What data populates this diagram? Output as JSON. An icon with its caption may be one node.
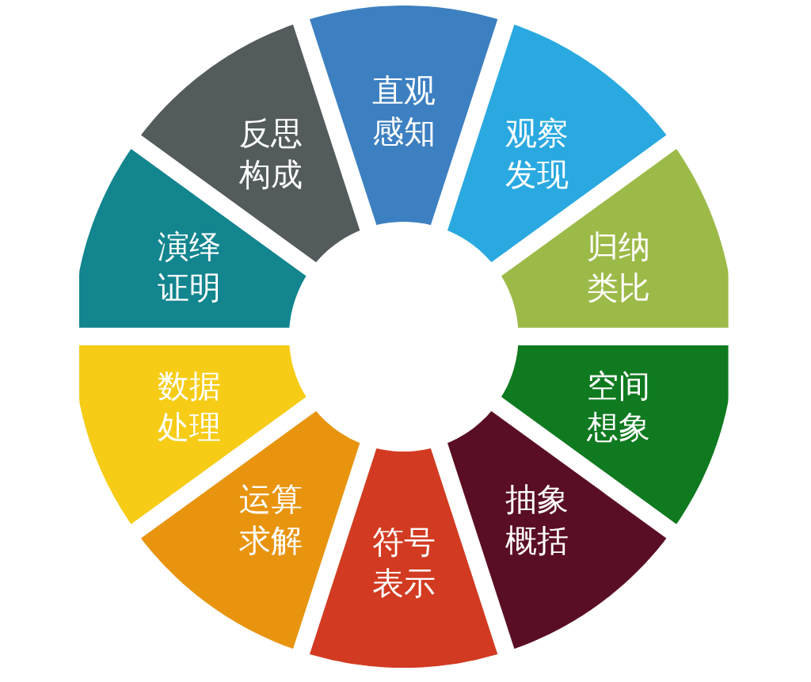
{
  "diagram": {
    "nodes": [
      {
        "text": [
          "直观感知"
        ]
      },
      {
        "text": [
          "观察发现"
        ]
      },
      {
        "text": [
          "归纳类比"
        ]
      },
      {
        "text": [
          "空间想象"
        ]
      },
      {
        "text": [
          "抽象概括"
        ]
      },
      {
        "text": [
          "符号表示"
        ]
      },
      {
        "text": [
          "运算求解"
        ]
      },
      {
        "text": [
          "数据处理"
        ]
      },
      {
        "text": [
          "演绎证明"
        ]
      },
      {
        "text": [
          "反思构成"
        ]
      }
    ]
  }
}
